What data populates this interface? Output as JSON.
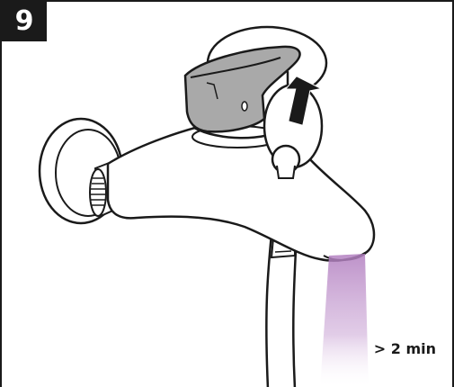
{
  "step": {
    "number": "9"
  },
  "duration": {
    "label": "> 2 min"
  },
  "icons": {
    "action": "arrow-up-icon",
    "object": "shower-mixer-faucet"
  },
  "colors": {
    "outline": "#1a1a1a",
    "lever": "#a9a9a9",
    "water_flow": "#b27fc0",
    "badge_bg": "#1a1a1a",
    "badge_text": "#ffffff"
  }
}
